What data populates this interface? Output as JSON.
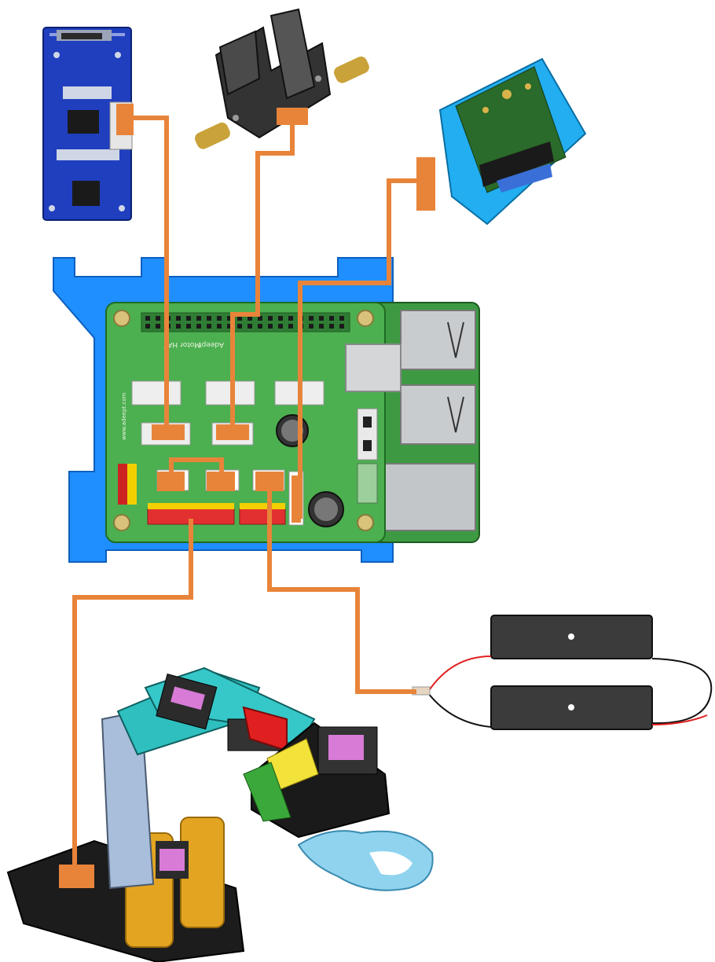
{
  "board": {
    "silkscreen_title": "Motor HAT",
    "silkscreen_brand": "Adeept",
    "silkscreen_url": "www.adeept.com"
  },
  "components": [
    {
      "name": "ultrasonic-sensor",
      "color": "#1f3fbf"
    },
    {
      "name": "photoelectric-sensor",
      "color": "#2b2b2b"
    },
    {
      "name": "camera-module",
      "color": "#22aef0"
    },
    {
      "name": "raspberry-pi",
      "color": "#4aa84a"
    },
    {
      "name": "acrylic-mount",
      "color": "#1e90ff"
    },
    {
      "name": "battery-holder",
      "color": "#3a3a3a"
    },
    {
      "name": "robotic-arm",
      "color": "#1a1a1a"
    }
  ],
  "colors": {
    "cable": "#e8843a",
    "pcb_green": "#3e9b45",
    "mount_blue": "#1f8fff",
    "wire_red": "#e02020",
    "wire_black": "#111111"
  }
}
